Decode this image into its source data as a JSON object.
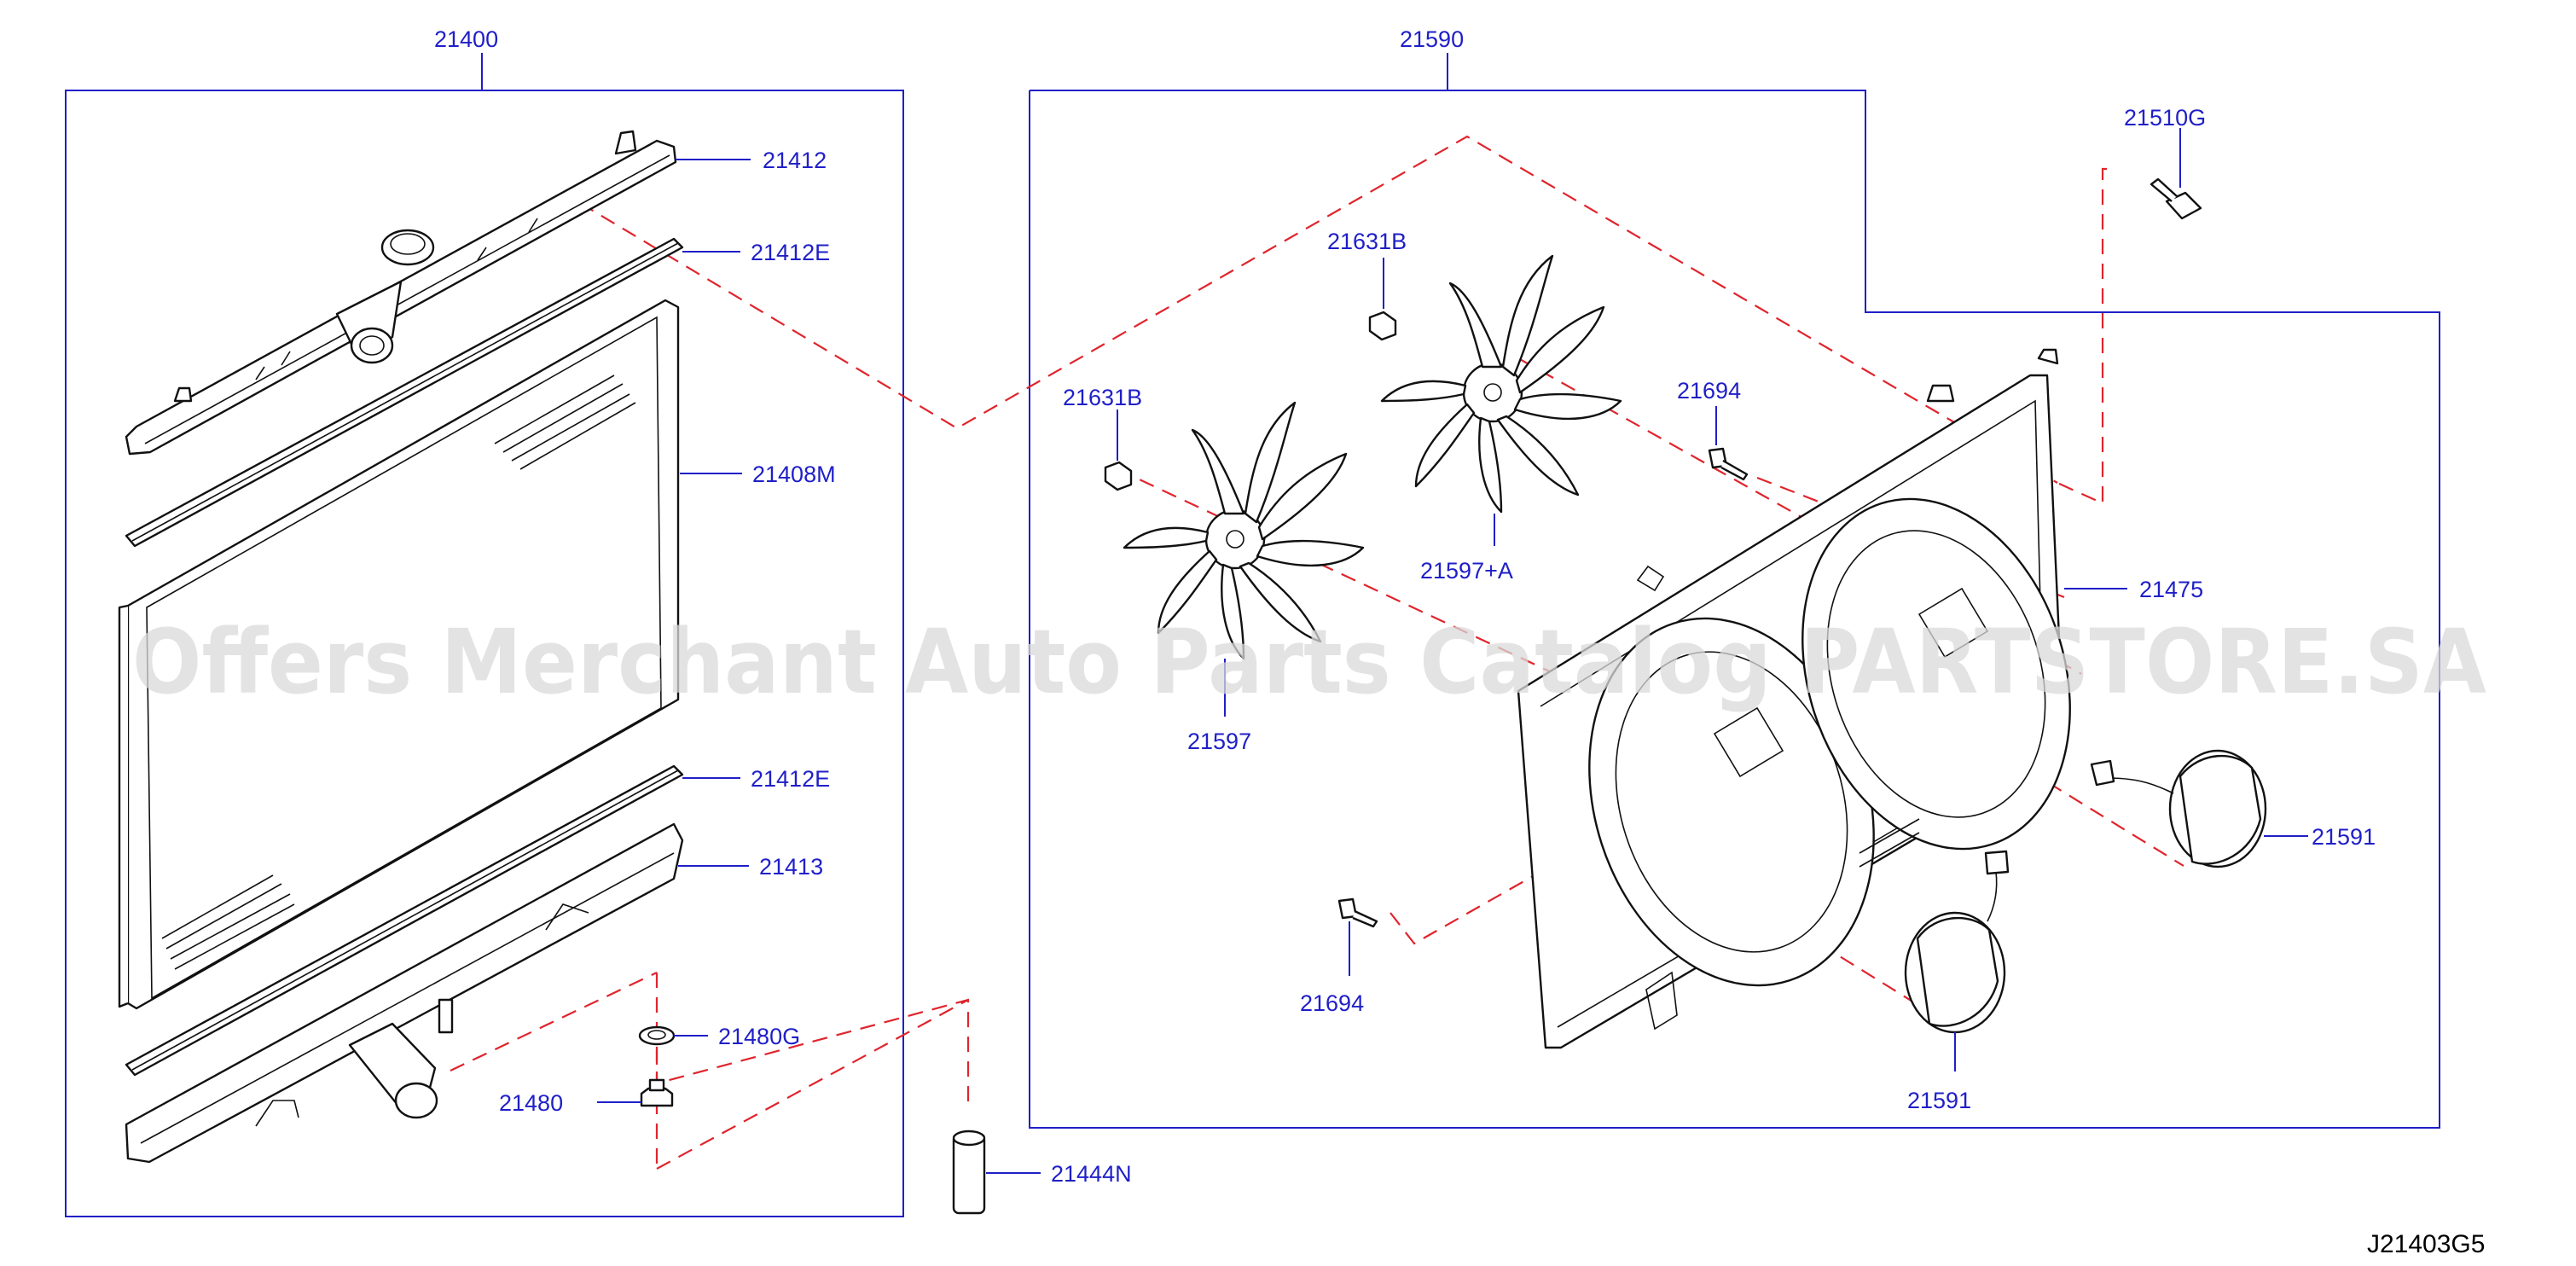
{
  "watermark": "Offers Merchant Auto Parts Catalog PARTSTORE.SA",
  "diagram_code": "J21403G5",
  "labels": {
    "p21400": "21400",
    "p21590": "21590",
    "p21412": "21412",
    "p21412E_top": "21412E",
    "p21408M": "21408M",
    "p21412E_bottom": "21412E",
    "p21413": "21413",
    "p21480G": "21480G",
    "p21480": "21480",
    "p21444N": "21444N",
    "p21510G": "21510G",
    "p21631B_upper": "21631B",
    "p21631B_lower": "21631B",
    "p21694_upper": "21694",
    "p21694_lower": "21694",
    "p21597A": "21597+A",
    "p21597": "21597",
    "p21475": "21475",
    "p21591_right": "21591",
    "p21591_bottom": "21591"
  }
}
